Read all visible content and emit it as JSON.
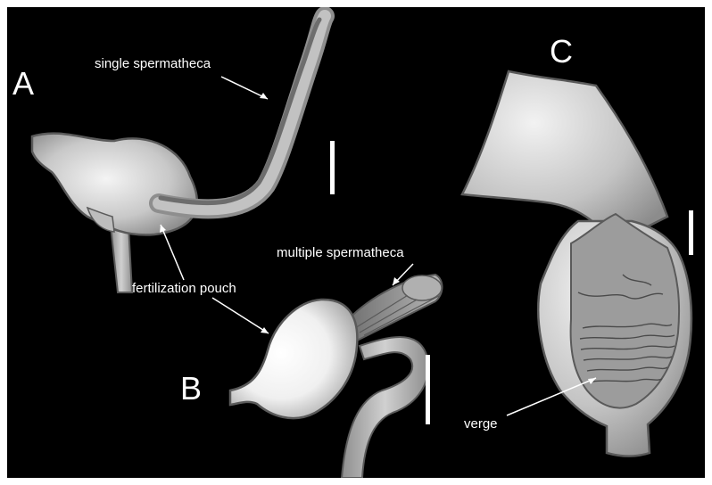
{
  "panels": {
    "a": {
      "letter": "A",
      "label_spermatheca": "single spermatheca"
    },
    "b": {
      "letter": "B",
      "label_spermatheca": "multiple spermatheca"
    },
    "c": {
      "letter": "C",
      "label_verge": "verge"
    },
    "shared_label": "fertilization pouch"
  },
  "colors": {
    "background": "#000000",
    "tissue_light": "#f4f4f4",
    "tissue_mid": "#bdbdbd",
    "tissue_dark": "#7a7a7a",
    "outline": "#5a5a5a"
  }
}
